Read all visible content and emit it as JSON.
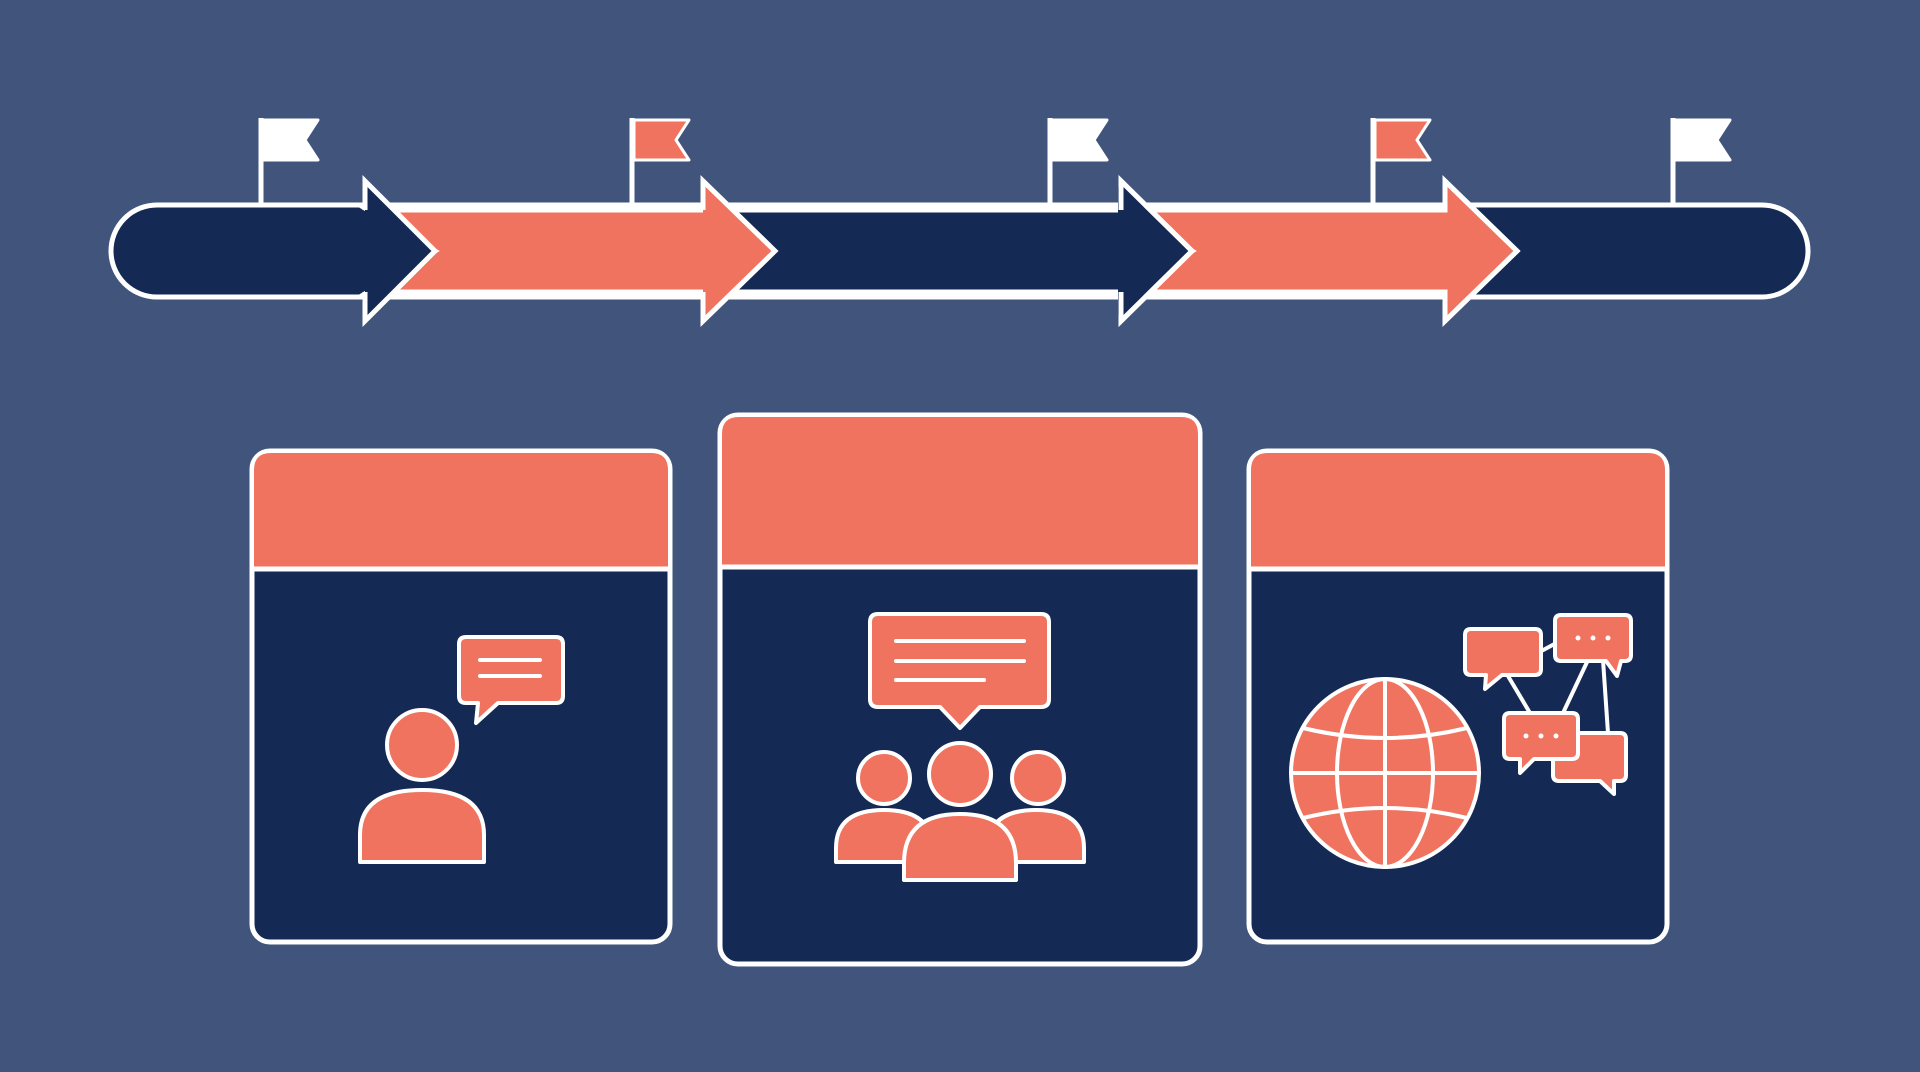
{
  "colors": {
    "background": "#41557c",
    "navy": "#142a54",
    "coral": "#f0735f",
    "white": "#ffffff"
  },
  "timeline": {
    "segments": [
      {
        "color": "navy"
      },
      {
        "color": "coral"
      },
      {
        "color": "navy"
      },
      {
        "color": "coral"
      },
      {
        "color": "navy"
      }
    ],
    "milestones": [
      {
        "flag_color": "white"
      },
      {
        "flag_color": "coral"
      },
      {
        "flag_color": "white"
      },
      {
        "flag_color": "coral"
      },
      {
        "flag_color": "white"
      }
    ]
  },
  "cards": [
    {
      "icon": "person-speech-icon",
      "header_text": "",
      "highlighted": false
    },
    {
      "icon": "group-discussion-icon",
      "header_text": "",
      "highlighted": true
    },
    {
      "icon": "globe-network-icon",
      "header_text": "",
      "highlighted": false
    }
  ]
}
